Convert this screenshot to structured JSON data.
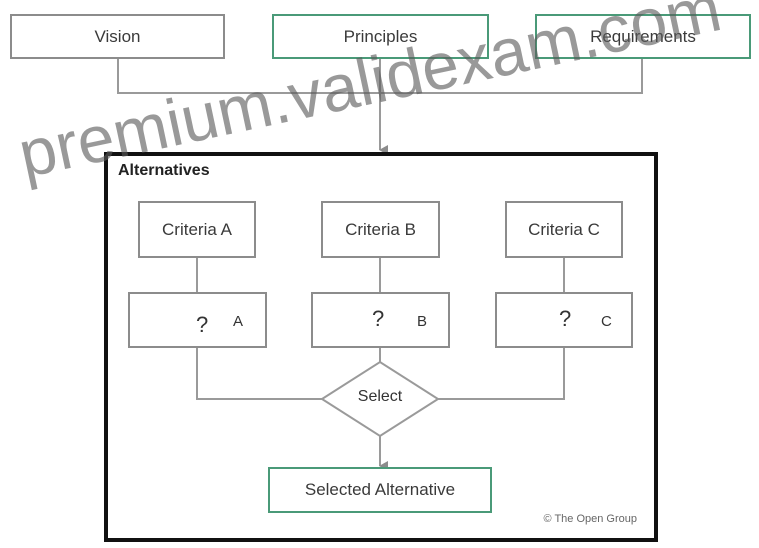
{
  "inputs": {
    "vision": "Vision",
    "principles": "Principles",
    "requirements": "Requirements"
  },
  "alternatives": {
    "title": "Alternatives",
    "criteria": [
      {
        "label": "Criteria A",
        "question": "?",
        "letter": "A"
      },
      {
        "label": "Criteria B",
        "question": "?",
        "letter": "B"
      },
      {
        "label": "Criteria C",
        "question": "?",
        "letter": "C"
      }
    ],
    "decision": "Select",
    "result": "Selected Alternative"
  },
  "copyright": "© The Open Group",
  "watermark": "premium.validexam.com",
  "colors": {
    "gray_border": "#8c8c8c",
    "green_border": "#4a9a78",
    "frame_border": "#111111",
    "connector": "#8c8c8c"
  }
}
